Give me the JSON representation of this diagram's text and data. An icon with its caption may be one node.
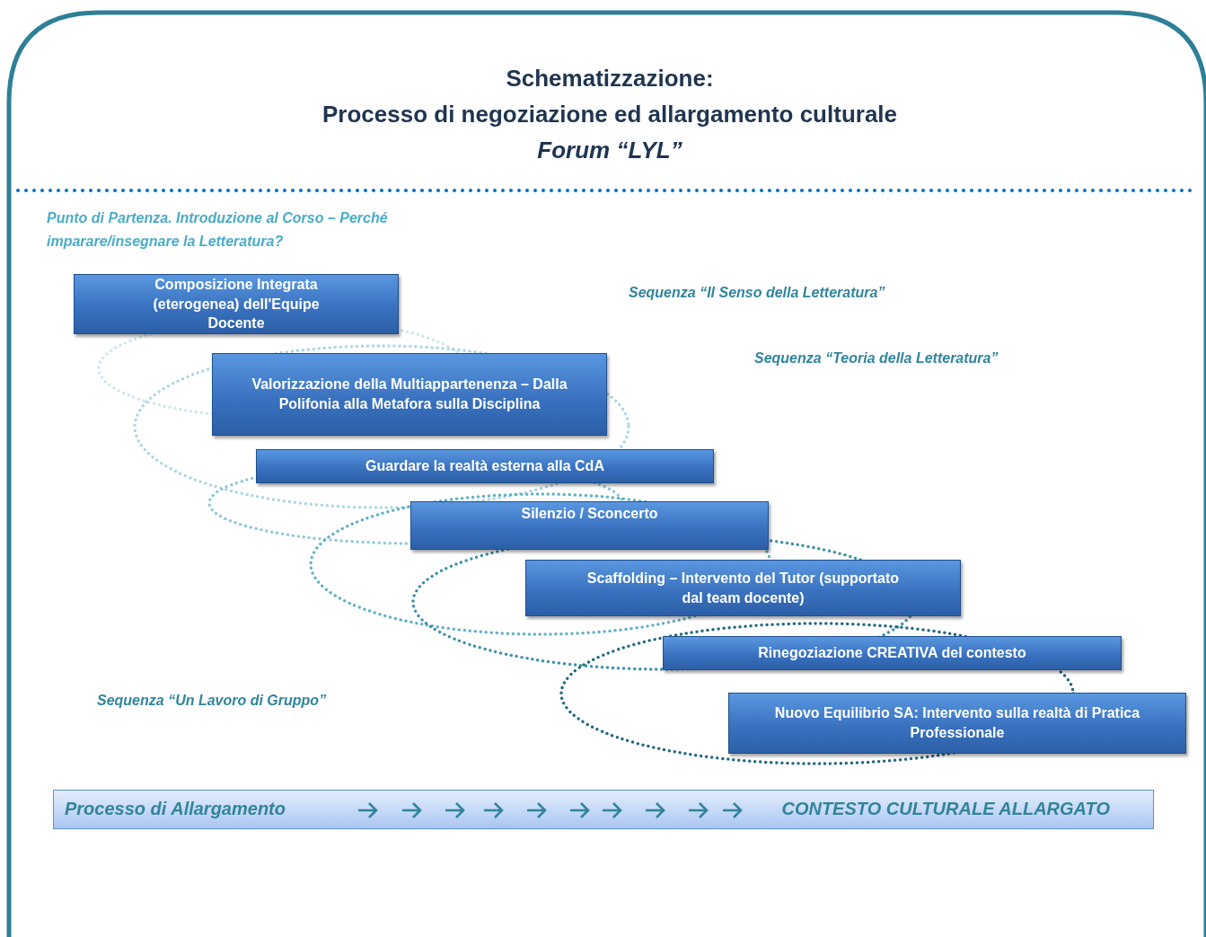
{
  "diagram": {
    "title": "Schematizzazione:",
    "nodes": [
      {
        "text": [
          "Composizione Integrata (eterogenea) dell'Equipe Docente"
        ]
      },
      {
        "text": [
          "Valorizzazione della Multiappartenenza – Dalla Polifonia alla Metafora sulla Disciplina"
        ]
      },
      {
        "text": [
          "Guardare la realtà esterna alla CdA"
        ]
      },
      {
        "text": [
          "Silenzio / Sconcerto"
        ]
      },
      {
        "text": [
          "Scaffolding – Intervento del Tutor (supportato dal team docente)"
        ]
      },
      {
        "text": [
          "Rinegoziazione  CREATIVA del contesto"
        ]
      },
      {
        "text": [
          "Nuovo Equilibrio SA: Intervento sulla realtà di Pratica Professionale"
        ]
      },
      {
        "text": [
          "Processo di Allargamento",
          "CONTESTO CULTURALE ALLARGATO"
        ]
      }
    ],
    "labels": [
      "Processo di negoziazione ed allargamento culturale",
      "Forum “LYL”",
      "Punto di Partenza. Introduzione al Corso –  Perché imparare/insegnare la Letteratura?",
      "Sequenza “Il Senso della Letteratura”",
      "Sequenza “Teoria della Letteratura”",
      "Sequenza “Un Lavoro di Gruppo”"
    ]
  }
}
